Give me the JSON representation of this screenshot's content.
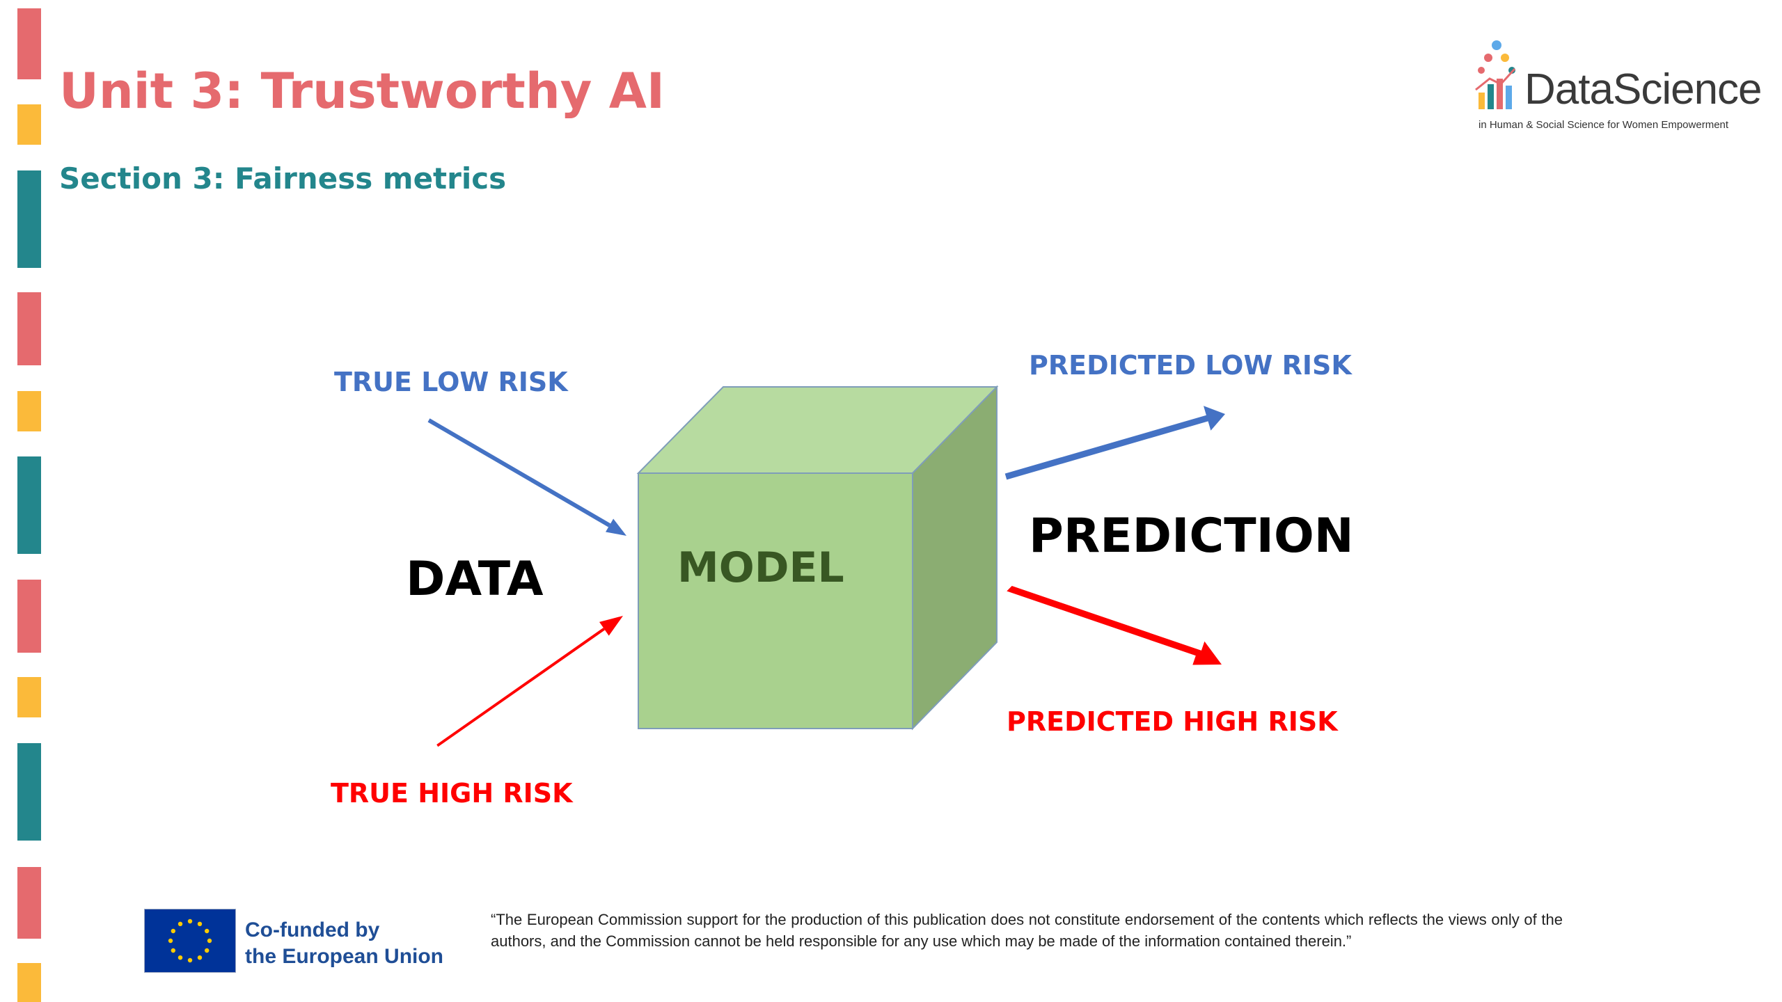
{
  "slide": {
    "title": "Unit 3: Trustworthy AI",
    "subtitle": "Section 3: Fairness metrics"
  },
  "logo": {
    "name": "DataScience",
    "tagline": "in Human & Social Science for Women Empowerment"
  },
  "diagram": {
    "input_group_label": "DATA",
    "model_label": "MODEL",
    "output_group_label": "PREDICTION",
    "inputs": [
      {
        "label": "TRUE LOW RISK",
        "color": "#4472C4"
      },
      {
        "label": "TRUE HIGH RISK",
        "color": "#FF0000"
      }
    ],
    "outputs": [
      {
        "label": "PREDICTED LOW RISK",
        "color": "#4472C4"
      },
      {
        "label": "PREDICTED HIGH RISK",
        "color": "#FF0000"
      }
    ]
  },
  "footer": {
    "funding_line1": "Co-funded by",
    "funding_line2": "the European Union",
    "disclaimer": "“The European Commission support for the production of this publication does not constitute endorsement of the contents which reflects the views only of the authors, and the Commission cannot be held responsible for any use which may be made of the information contained therein.”"
  },
  "colors": {
    "accent_red": "#E56A6E",
    "accent_yellow": "#FBBA3A",
    "accent_teal": "#23868C",
    "cube_front": "#A9D18E",
    "cube_top": "#B7DBA0",
    "cube_side": "#8BAD72",
    "model_text": "#385723"
  }
}
